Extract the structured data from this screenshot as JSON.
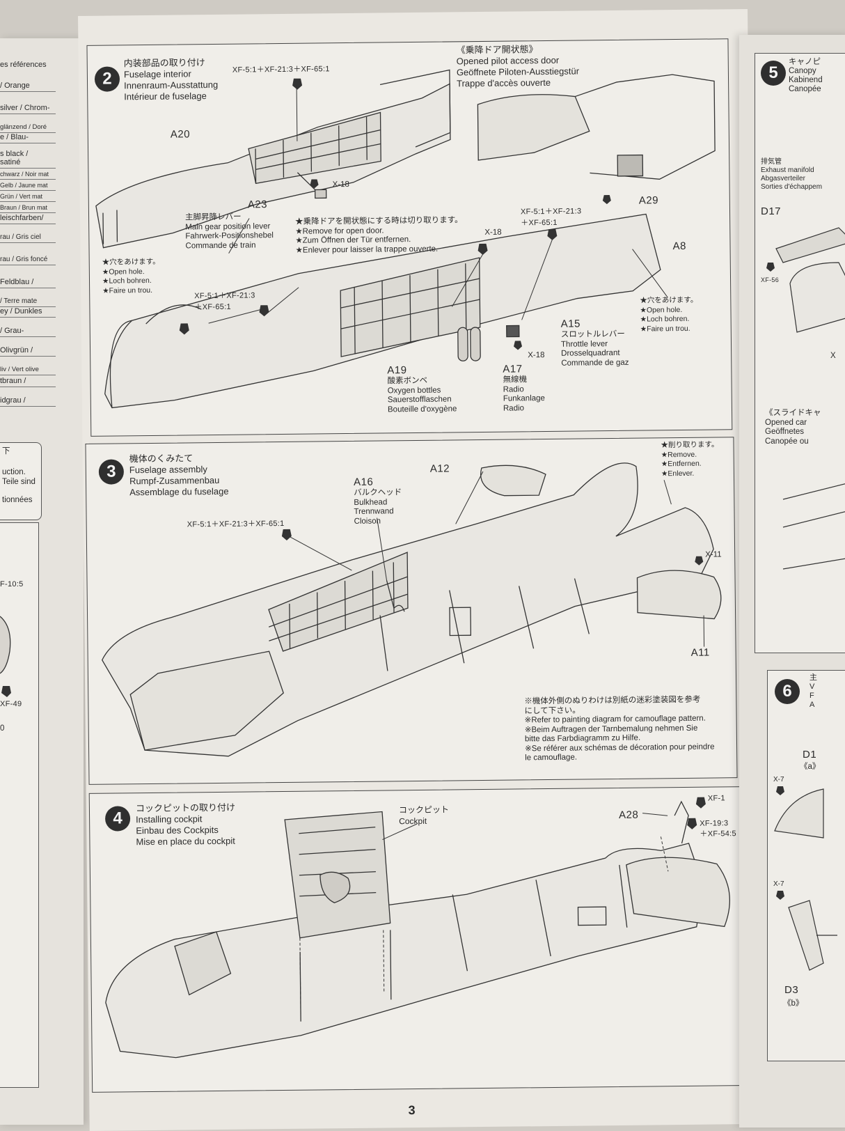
{
  "left_page": {
    "lines": [
      "es références",
      "/ Orange",
      "silver / Chrom-",
      "glänzend / Doré",
      "e / Blau-",
      "s black /",
      "satiné",
      "chwarz / Noir mat",
      "Gelb / Jaune mat",
      "Grün / Vert mat",
      "Braun / Brun mat",
      "leischfarben/",
      "rau / Gris ciel",
      "rau / Gris foncé",
      "Feldblau /",
      "/ Terre mate",
      "ey / Dunkles",
      "/ Grau-",
      "Olivgrün /",
      "liv / Vert olive",
      "tbraun /",
      "idgrau /"
    ],
    "box_lines": [
      "下",
      "uction.",
      "Teile sind",
      "tionnées"
    ],
    "paint_top": "F-10:5",
    "paint_bottom": "XF-49",
    "bottom_char": "0"
  },
  "step2": {
    "number": "2",
    "title": [
      "内装部品の取り付け",
      "Fuselage interior",
      "Innenraum-Ausstattung",
      "Intérieur de fuselage"
    ],
    "paint_top": "XF-5:1＋XF-21:3＋XF-65:1",
    "door_note": [
      "《乗降ドア開状態》",
      "Opened pilot access door",
      "Geöffnete Piloten-Ausstiegstür",
      "Trappe d'accès ouverte"
    ],
    "A20": "A20",
    "A23": "A23",
    "A23_text": [
      "主脚昇降レバー",
      "Main gear position lever",
      "Fahrwerk-Positionshebel",
      "Commande de train"
    ],
    "x18_a": "X-18",
    "hole_left": [
      "★穴をあけます。",
      "★Open hole.",
      "★Loch bohren.",
      "★Faire un trou."
    ],
    "remove_door": [
      "★乗降ドアを開状態にする時は切り取ります。",
      "★Remove for open door.",
      "★Zum Öffnen der Tür entfernen.",
      "★Enlever pour laisser la trappe ouverte."
    ],
    "x18_b": "X-18",
    "paint_right": [
      "XF-5:1＋XF-21:3",
      "＋XF-65:1"
    ],
    "A8": "A8",
    "A29": "A29",
    "paint_left": [
      "XF-5:1＋XF-21:3",
      "＋XF-65:1"
    ],
    "hole_right": [
      "★穴をあけます。",
      "★Open hole.",
      "★Loch bohren.",
      "★Faire un trou."
    ],
    "A15": "A15",
    "A15_text": [
      "スロットルレバー",
      "Throttle lever",
      "Drosselquadrant",
      "Commande de gaz"
    ],
    "x18_c": "X-18",
    "A19": "A19",
    "A19_text": [
      "酸素ボンベ",
      "Oxygen bottles",
      "Sauerstofflaschen",
      "Bouteille d'oxygène"
    ],
    "A17": "A17",
    "A17_text": [
      "無線機",
      "Radio",
      "Funkanlage",
      "Radio"
    ]
  },
  "step3": {
    "number": "3",
    "title": [
      "機体のくみたて",
      "Fuselage assembly",
      "Rumpf-Zusammenbau",
      "Assemblage du fuselage"
    ],
    "A12": "A12",
    "A16": "A16",
    "A16_text": [
      "バルクヘッド",
      "Bulkhead",
      "Trennwand",
      "Cloison"
    ],
    "paint": "XF-5:1＋XF-21:3＋XF-65:1",
    "remove": [
      "★削り取ります。",
      "★Remove.",
      "★Entfernen.",
      "★Enlever."
    ],
    "x11": "X-11",
    "A11": "A11",
    "camo_note": [
      "※機体外側のぬりわけは別紙の迷彩塗装図を参考",
      "にして下さい。",
      "※Refer to painting diagram for camouflage pattern.",
      "※Beim Auftragen der Tarnbemalung nehmen Sie",
      "bitte das Farbdiagramm zu Hilfe.",
      "※Se référer aux schémas de décoration pour peindre",
      "le camouflage."
    ]
  },
  "step4": {
    "number": "4",
    "title": [
      "コックピットの取り付け",
      "Installing cockpit",
      "Einbau des Cockpits",
      "Mise en place du cockpit"
    ],
    "cockpit": [
      "コックピット",
      "Cockpit"
    ],
    "A28": "A28",
    "xf1": "XF-1",
    "paint2": [
      "XF-19:3",
      "＋XF-54:5"
    ]
  },
  "right_page": {
    "step5_number": "5",
    "step5_title": [
      "キャノピ",
      "Canopy",
      "Kabinend",
      "Canopée"
    ],
    "exhaust": [
      "排気管",
      "Exhaust manifold",
      "Abgasverteiler",
      "Sorties d'échappem"
    ],
    "D17": "D17",
    "xf56": "XF-56",
    "x_cut": "X",
    "slide": [
      "《スライドキャ",
      "Opened car",
      "Geöffnetes",
      "Canopée ou"
    ],
    "step6_number": "6",
    "step6_title": [
      "主",
      "V",
      "F",
      "A"
    ],
    "D1": "D1",
    "a_label": "《a》",
    "x7a": "X-7",
    "x7b": "X-7",
    "D3": "D3",
    "b_label": "《b》"
  },
  "page_number": "3"
}
